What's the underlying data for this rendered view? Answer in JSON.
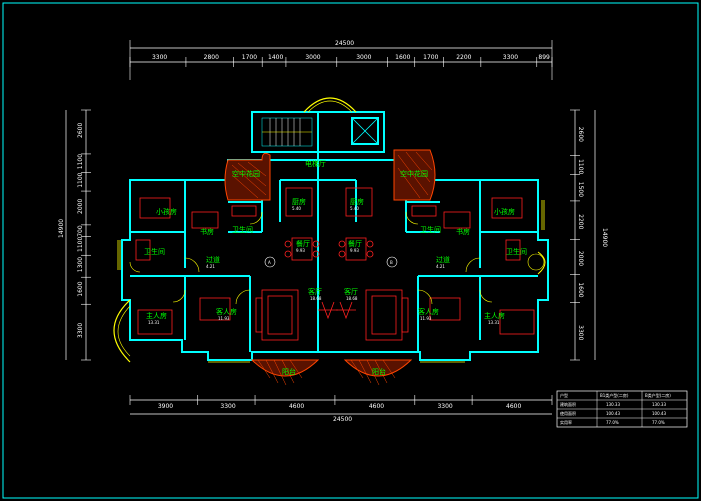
{
  "drawing": {
    "top_total": "24500",
    "bottom_total": "24500",
    "top_segments": [
      "3300",
      "2800",
      "1700",
      "1400",
      "3000",
      "3000",
      "1600",
      "1700",
      "2200",
      "3300",
      "899"
    ],
    "bottom_segments": [
      "3900",
      "3300",
      "4600",
      "4600",
      "3300",
      "4600"
    ],
    "left_segments": [
      "2600",
      "1100",
      "1100",
      "2000",
      "700",
      "1100",
      "1300",
      "1600",
      "3300"
    ],
    "left_total": "14900",
    "right_segments": [
      "2600",
      "1100",
      "1500",
      "2200",
      "2000",
      "1600",
      "3300"
    ],
    "right_total": "14900",
    "rooms": {
      "left_kitchen": "厨房",
      "right_kitchen": "厨房",
      "left_dining": "餐厅",
      "right_dining": "餐厅",
      "left_living": "客厅",
      "right_living": "客厅",
      "left_master": "主人房",
      "right_master": "主人房",
      "left_guest": "客人房",
      "right_guest": "客人房",
      "left_small": "小孩房",
      "right_small": "小孩房",
      "left_study": "书房",
      "right_study": "书房",
      "left_bath1": "卫生间",
      "right_bath1": "卫生间",
      "left_bath2": "卫生间",
      "right_bath2": "卫生间",
      "left_hall": "过道",
      "right_hall": "过道",
      "left_balcony": "阳台",
      "right_balcony": "阳台",
      "left_garden": "空中花园",
      "right_garden": "空中花园",
      "elevator_hall": "电梯厅",
      "unit_a": "A",
      "unit_b": "B"
    },
    "areas": {
      "a1": "9.93",
      "a2": "13.31",
      "a3": "18.68",
      "a4": "4.21",
      "a5": "11.93",
      "a6": "5.40"
    },
    "table": {
      "headers": [
        "户型",
        "B1类户型(二房)",
        "B类户型(二房)"
      ],
      "rows": [
        [
          "建筑面积",
          "130.33",
          "130.33"
        ],
        [
          "使用面积",
          "100.43",
          "100.43"
        ],
        [
          "实用率",
          "77.0%",
          "77.0%"
        ]
      ]
    },
    "colors": {
      "wall": "#00ffff",
      "text": "#00ff00",
      "furniture": "#ff0000",
      "door": "#ffff00",
      "dims": "#ffffff",
      "hatch": "#ff4500"
    }
  }
}
